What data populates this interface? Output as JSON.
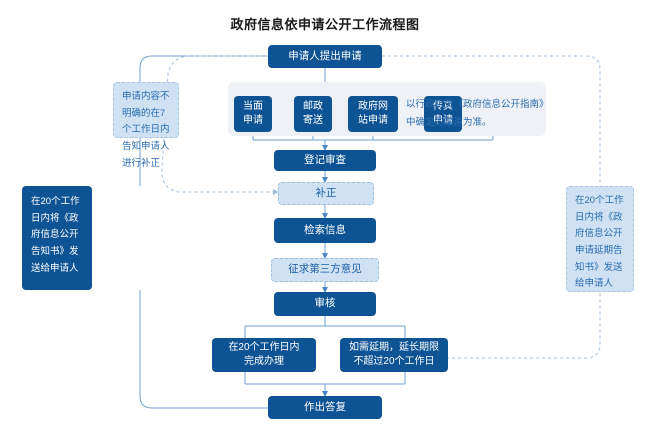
{
  "title": "政府信息依申请公开工作流程图",
  "colors": {
    "dark_blue": "#0e5394",
    "light_blue_fill": "#cfe1f2",
    "light_blue_text": "#2a6cb0",
    "panel_gray": "#eef2f6",
    "connector": "#6f9fd0",
    "background": "#ffffff"
  },
  "flow": {
    "start": {
      "label": "申请人提出申请"
    },
    "channels": [
      {
        "label": "当面\n申请"
      },
      {
        "label": "邮政\n寄送"
      },
      {
        "label": "政府网\n站申请"
      },
      {
        "label": "传真\n申请"
      }
    ],
    "channel_note": "以行政机关《政府信息公开指南》\n中确定的渠道为准。",
    "steps": [
      {
        "label": "登记审查",
        "style": "dark"
      },
      {
        "label": "补正",
        "style": "light"
      },
      {
        "label": "检索信息",
        "style": "dark"
      },
      {
        "label": "征求第三方意见",
        "style": "light"
      },
      {
        "label": "审核",
        "style": "dark"
      }
    ],
    "branches": [
      {
        "label": "在20个工作日内\n完成办理"
      },
      {
        "label": "如需延期，延长期限\n不超过20个工作日"
      }
    ],
    "end": {
      "label": "作出答复"
    }
  },
  "notes": {
    "left_dark": "在20个工作日内将《政府信息公开告知书》发送给申请人",
    "left_light": "申请内容不明确的在7个工作日内告知申请人进行补正",
    "right_light": "在20个工作日内将《政府信息公开申请延期告知书》发送给申请人"
  }
}
